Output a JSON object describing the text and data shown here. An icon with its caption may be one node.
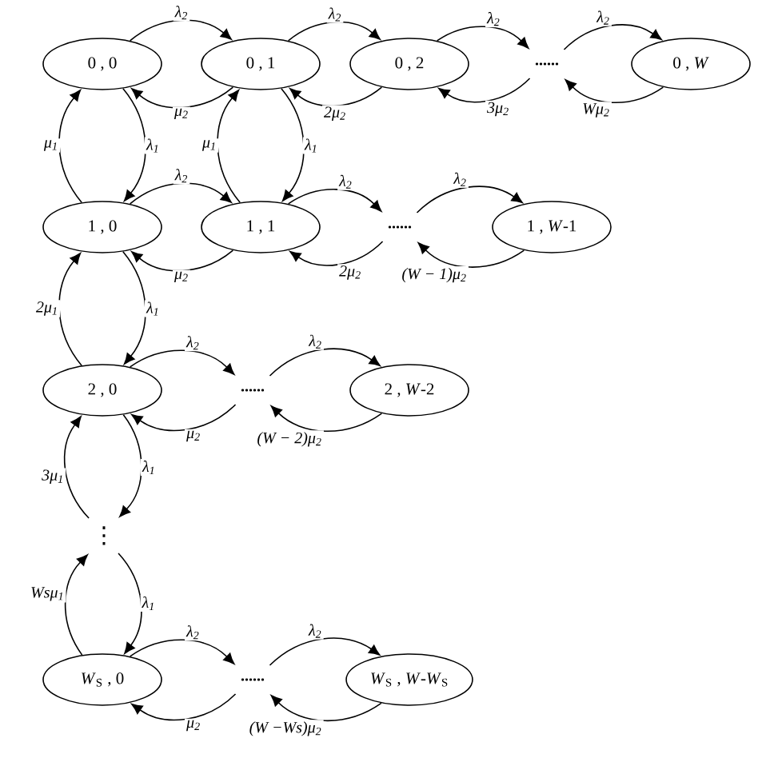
{
  "diagram": {
    "nodes": [
      {
        "text": [
          "0 , 0"
        ]
      },
      {
        "text": [
          "0 , 1"
        ]
      },
      {
        "text": [
          "0 , 2"
        ]
      },
      {
        "text": [
          "......"
        ]
      },
      {
        "text": [
          "0 , *W*"
        ]
      },
      {
        "text": [
          "1 , 0"
        ]
      },
      {
        "text": [
          "1 , 1"
        ]
      },
      {
        "text": [
          "......"
        ]
      },
      {
        "text": [
          "1 , *W*-1"
        ]
      },
      {
        "text": [
          "2 , 0"
        ]
      },
      {
        "text": [
          "......"
        ]
      },
      {
        "text": [
          "2 , *W*-2"
        ]
      },
      {
        "text": [
          "⋮"
        ]
      },
      {
        "text": [
          "*W*$_{S}$ , 0"
        ]
      },
      {
        "text": [
          "......"
        ]
      },
      {
        "text": [
          "*W*$_{S}$ , *W*-*W*$_{S}$"
        ]
      }
    ],
    "edges": [
      {
        "from": 0,
        "to": 1,
        "arrow": "to",
        "label": "λ$_{2}$"
      },
      {
        "from": 1,
        "to": 0,
        "arrow": "to",
        "label": "μ$_{2}$"
      },
      {
        "from": 1,
        "to": 2,
        "arrow": "to",
        "label": "λ$_{2}$"
      },
      {
        "from": 2,
        "to": 1,
        "arrow": "to",
        "label": "2μ$_{2}$"
      },
      {
        "from": 2,
        "to": 3,
        "arrow": "to",
        "label": "λ$_{2}$"
      },
      {
        "from": 3,
        "to": 2,
        "arrow": "to",
        "label": "3μ$_{2}$"
      },
      {
        "from": 3,
        "to": 4,
        "arrow": "to",
        "label": "λ$_{2}$"
      },
      {
        "from": 4,
        "to": 3,
        "arrow": "to",
        "label": "Wμ$_{2}$"
      },
      {
        "from": 0,
        "to": 5,
        "arrow": "to",
        "label": "λ$_{1}$"
      },
      {
        "from": 5,
        "to": 0,
        "arrow": "to",
        "label": "μ$_{1}$"
      },
      {
        "from": 1,
        "to": 6,
        "arrow": "to",
        "label": "λ$_{1}$"
      },
      {
        "from": 6,
        "to": 1,
        "arrow": "to",
        "label": "μ$_{1}$"
      },
      {
        "from": 5,
        "to": 6,
        "arrow": "to",
        "label": "λ$_{2}$"
      },
      {
        "from": 6,
        "to": 5,
        "arrow": "to",
        "label": "μ$_{2}$"
      },
      {
        "from": 6,
        "to": 7,
        "arrow": "to",
        "label": "λ$_{2}$"
      },
      {
        "from": 7,
        "to": 6,
        "arrow": "to",
        "label": "2μ$_{2}$"
      },
      {
        "from": 7,
        "to": 8,
        "arrow": "to",
        "label": "λ$_{2}$"
      },
      {
        "from": 8,
        "to": 7,
        "arrow": "to",
        "label": "(W − 1)μ$_{2}$"
      },
      {
        "from": 5,
        "to": 9,
        "arrow": "to",
        "label": "λ$_{1}$"
      },
      {
        "from": 9,
        "to": 5,
        "arrow": "to",
        "label": "2μ$_{1}$"
      },
      {
        "from": 9,
        "to": 10,
        "arrow": "to",
        "label": "λ$_{2}$"
      },
      {
        "from": 10,
        "to": 9,
        "arrow": "to",
        "label": "μ$_{2}$"
      },
      {
        "from": 10,
        "to": 11,
        "arrow": "to",
        "label": "λ$_{2}$"
      },
      {
        "from": 11,
        "to": 10,
        "arrow": "to",
        "label": "(W − 2)μ$_{2}$"
      },
      {
        "from": 9,
        "to": 12,
        "arrow": "to",
        "label": "λ$_{1}$"
      },
      {
        "from": 12,
        "to": 9,
        "arrow": "to",
        "label": "3μ$_{1}$"
      },
      {
        "from": 12,
        "to": 13,
        "arrow": "to",
        "label": "λ$_{1}$"
      },
      {
        "from": 13,
        "to": 12,
        "arrow": "to",
        "label": "Wsμ$_{1}$"
      },
      {
        "from": 13,
        "to": 14,
        "arrow": "to",
        "label": "λ$_{2}$"
      },
      {
        "from": 14,
        "to": 13,
        "arrow": "to",
        "label": "μ$_{2}$"
      },
      {
        "from": 14,
        "to": 15,
        "arrow": "to",
        "label": "λ$_{2}$"
      },
      {
        "from": 15,
        "to": 14,
        "arrow": "to",
        "label": "(W −Ws)μ$_{2}$"
      }
    ]
  }
}
